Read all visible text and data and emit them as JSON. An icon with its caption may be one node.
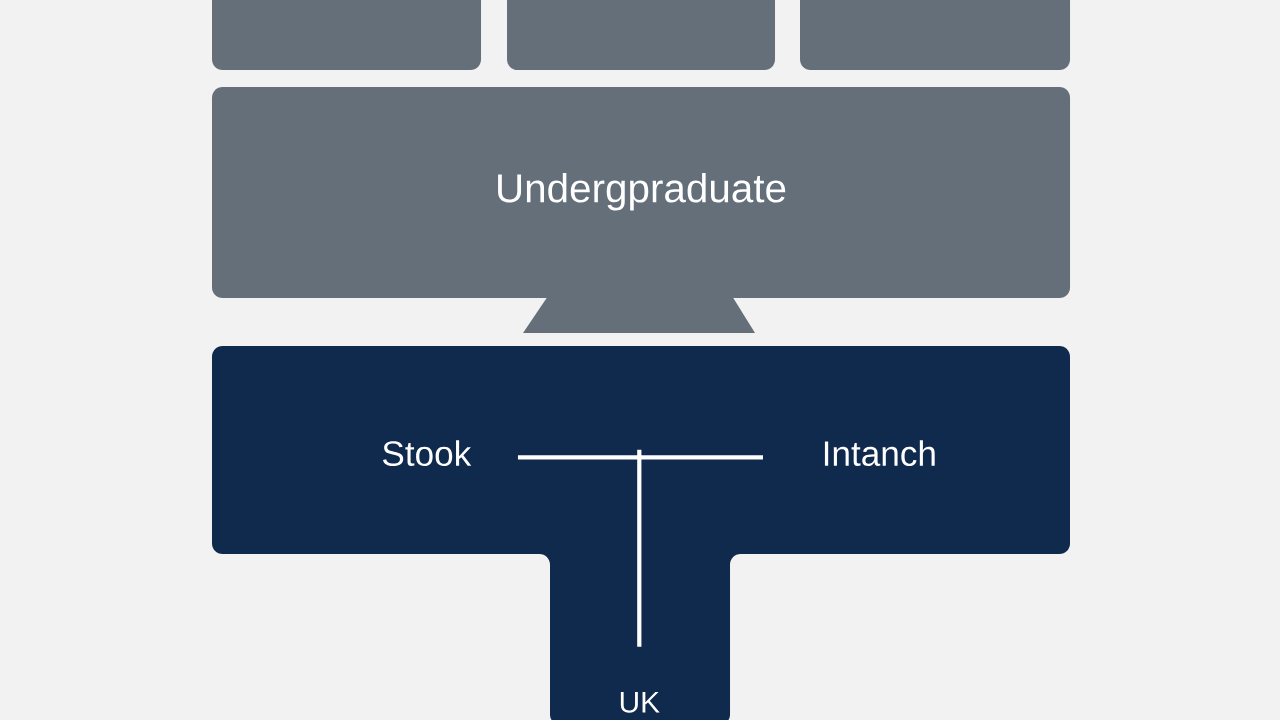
{
  "diagram": {
    "nodes": [
      {
        "text": [],
        "shape": "box"
      },
      {
        "text": [],
        "shape": "box"
      },
      {
        "text": [],
        "shape": "box"
      },
      {
        "text": [
          "Undergpraduate"
        ]
      },
      {
        "text": [],
        "shape": "trapezium"
      },
      {
        "text": [],
        "shape": "box"
      },
      {
        "text": [
          "Stook"
        ],
        "in": 5
      },
      {
        "text": [
          "Intanch"
        ],
        "in": 5
      },
      {
        "text": [
          "UK"
        ],
        "in": 5
      }
    ],
    "edges": [
      {
        "from": 6,
        "to": 7,
        "arrow": "none"
      },
      {
        "from": null,
        "to": 8,
        "arrow": "none"
      }
    ]
  }
}
